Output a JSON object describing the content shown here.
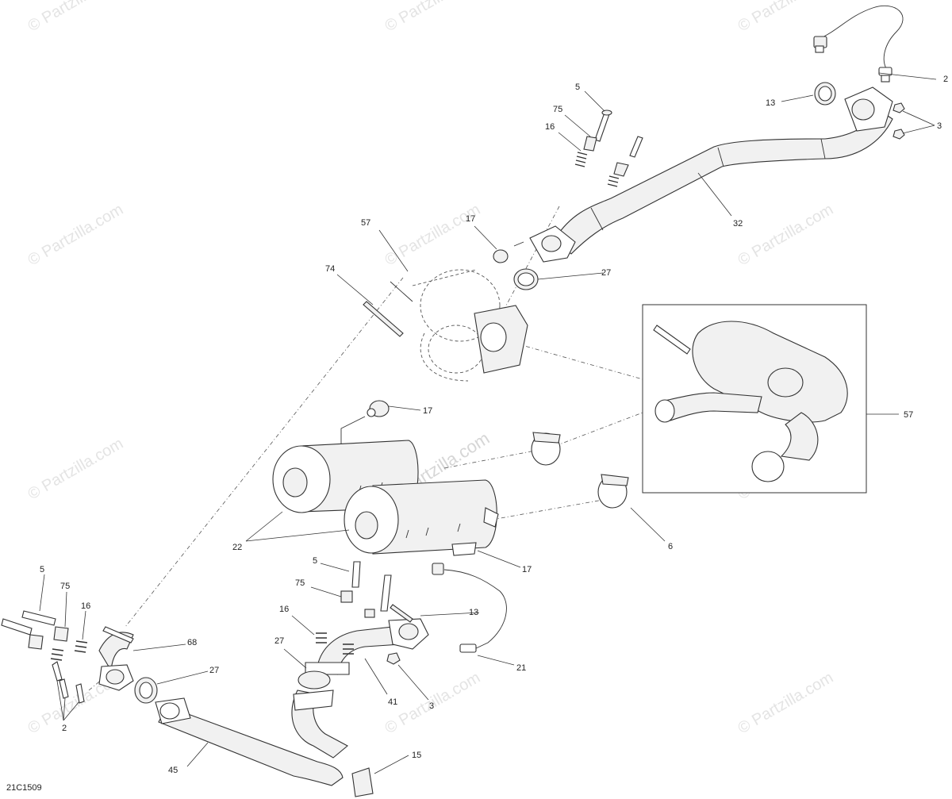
{
  "diagram": {
    "code": "21C1509",
    "watermark": "© Partzilla.com",
    "center_watermark": "© Partzilla.com",
    "callouts": {
      "c2_top": "2",
      "c3_top": "3",
      "c13_top": "13",
      "c5_top": "5",
      "c75_top": "75",
      "c16_top": "16",
      "c32": "32",
      "c17_top": "17",
      "c27_top": "27",
      "c57_left": "57",
      "c74": "74",
      "c57_right": "57",
      "c17_mid": "17",
      "c22": "22",
      "c6": "6",
      "c17_low": "17",
      "c5_mid": "5",
      "c75_mid": "75",
      "c13_low": "13",
      "c16_mid": "16",
      "c27_mid": "27",
      "c21": "21",
      "c41": "41",
      "c3_low": "3",
      "c5_left": "5",
      "c75_left": "75",
      "c16_left": "16",
      "c68": "68",
      "c27_left": "27",
      "c2_left": "2",
      "c45": "45",
      "c15": "15"
    }
  }
}
